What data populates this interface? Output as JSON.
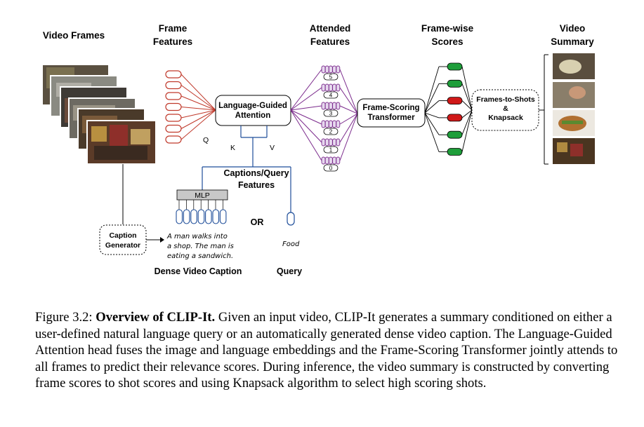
{
  "headers": {
    "video_frames": "Video Frames",
    "frame_features": [
      "Frame",
      "Features"
    ],
    "attended_features": [
      "Attended",
      "Features"
    ],
    "frame_wise_scores": [
      "Frame-wise",
      "Scores"
    ],
    "video_summary": [
      "Video",
      "Summary"
    ]
  },
  "modules": {
    "language_guided_attention": [
      "Language-Guided",
      "Attention"
    ],
    "frame_scoring_transformer": [
      "Frame-Scoring",
      "Transformer"
    ],
    "frames_to_shots": [
      "Frames-to-Shots",
      "&",
      "Knapsack"
    ],
    "caption_generator": [
      "Caption",
      "Generator"
    ],
    "mlp": "MLP"
  },
  "attention_inputs": {
    "q": "Q",
    "k": "K",
    "v": "V"
  },
  "captions_query_features": [
    "Captions/Query",
    "Features"
  ],
  "or_label": "OR",
  "dense_caption_text": [
    "A man walks into",
    "a shop. The man is",
    "eating a sandwich."
  ],
  "query_text": "Food",
  "bottom_labels": {
    "dense_video_caption": "Dense Video Caption",
    "query": "Query"
  },
  "attended_indices": [
    "5",
    "4",
    "3",
    "2",
    "1",
    "0"
  ],
  "frame_scores": [
    "high",
    "high",
    "low",
    "low",
    "high",
    "high"
  ],
  "colors": {
    "frame_feature": "#c0392b",
    "attended": "#7b2a8c",
    "score_high": "#1e9e3a",
    "score_low": "#d01818",
    "caption_lines": "#1f4e9a"
  },
  "caption": {
    "figure_label": "Figure 3.2:",
    "bold_title": "Overview of CLIP-It.",
    "body": "Given an input video, CLIP-It generates a summary conditioned on either a user-defined natural language query or an automatically generated dense video caption. The Language-Guided Attention head fuses the image and language embeddings and the Frame-Scoring Transformer jointly attends to all frames to predict their relevance scores. During inference, the video summary is constructed by converting frame scores to shot scores and using Knapsack algorithm to select high scoring shots."
  }
}
